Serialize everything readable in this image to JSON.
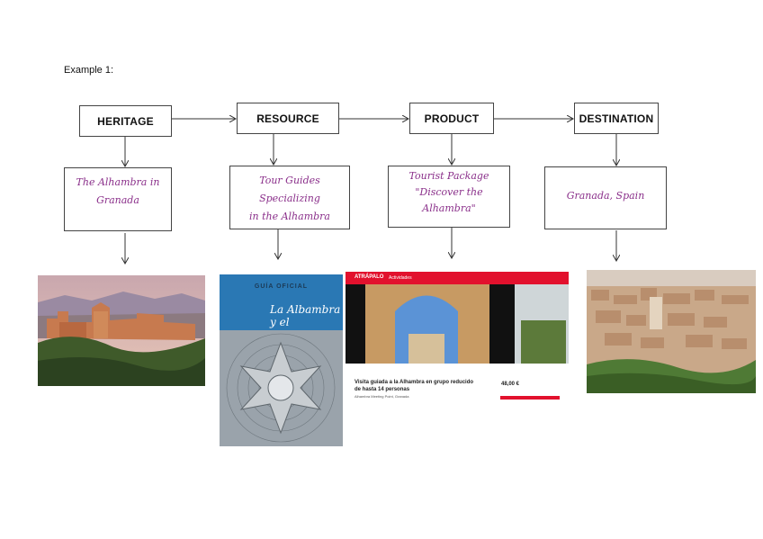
{
  "caption": "Example 1:",
  "stages": [
    {
      "key": "heritage",
      "label": "HERITAGE",
      "note_lines": [
        "The Alhambra in",
        "Granada"
      ]
    },
    {
      "key": "resource",
      "label": "RESOURCE",
      "note_lines": [
        "Tour Guides Specializing",
        "in the Alhambra"
      ]
    },
    {
      "key": "product",
      "label": "PRODUCT",
      "note_lines": [
        "Tourist Package",
        "\"Discover the",
        "Alhambra\""
      ]
    },
    {
      "key": "destination",
      "label": "DESTINATION",
      "note_lines": [
        "Granada, Spain"
      ]
    }
  ],
  "photos": {
    "book": {
      "header": "GUÍA OFICIAL",
      "title_lines": [
        "La Albambra",
        "y el Generalife"
      ]
    },
    "website": {
      "brand": "ATRÁPALO",
      "nav": "Actividades",
      "title_lines": [
        "Visita guiada a la Alhambra en grupo reducido",
        "de hasta 14 personas"
      ],
      "subtitle": "Alhambra Meeting Point, Granada",
      "price": "48,00 €"
    }
  },
  "colors": {
    "handwriting": "#8a2f8a",
    "border": "#444444",
    "brand_red": "#e2112d"
  }
}
